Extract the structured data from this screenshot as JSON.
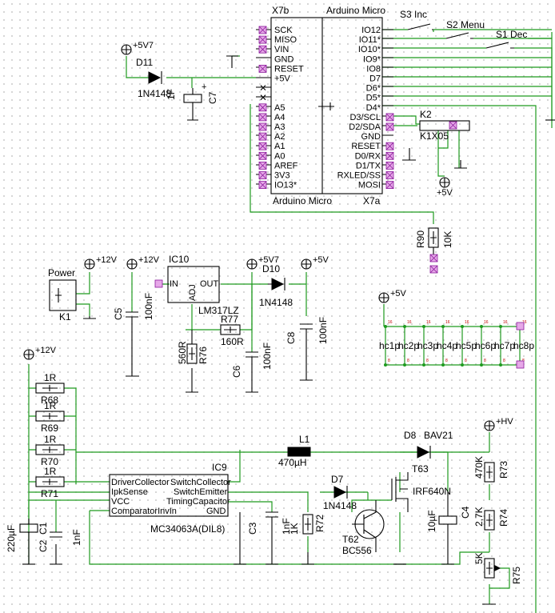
{
  "arduino": {
    "ref_top": "X7b",
    "title_top": "Arduino Micro",
    "title_bottom": "Arduino Micro",
    "ref_bottom": "X7a",
    "left_pins": [
      "SCK",
      "MISO",
      "VIN",
      "GND",
      "RESET",
      "+5V",
      "",
      "",
      "A5",
      "A4",
      "A3",
      "A2",
      "A1",
      "A0",
      "AREF",
      "3V3",
      "IO13*"
    ],
    "right_pins": [
      "IO12",
      "IO11*",
      "IO10*",
      "IO9*",
      "IO8",
      "D7",
      "D6*",
      "D5*",
      "D4*",
      "D3/SCL",
      "D2/SDA",
      "GND",
      "RESET",
      "D0/RX",
      "D1/TX",
      "RXLED/SS",
      "MOSI"
    ]
  },
  "switches": [
    {
      "label": "S3 Inc"
    },
    {
      "label": "S2 Menu"
    },
    {
      "label": "S1 Dec"
    }
  ],
  "nets": {
    "plus_5v7": "+5V7",
    "plus_5v": "+5V",
    "plus_12v": "+12V",
    "plus_hv": "+HV"
  },
  "symbols": {
    "plus": "+"
  },
  "parts": {
    "d11": {
      "ref": "D11",
      "value": "1N4148"
    },
    "c7": {
      "ref": "C7",
      "value": "1F"
    },
    "k2": {
      "ref": "K2",
      "value": "K1X05"
    },
    "r90": {
      "ref": "R90",
      "value": "10K"
    },
    "k1": {
      "title": "Power",
      "ref": "K1"
    },
    "c5": {
      "ref": "C5",
      "value": "100nF"
    },
    "ic10": {
      "ref": "IC10",
      "value": "LM317LZ",
      "pin_in": "IN",
      "pin_out": "OUT",
      "pin_adj": "ADJ"
    },
    "r77": {
      "ref": "R77",
      "value": "160R"
    },
    "r76": {
      "ref": "R76",
      "value": "560R"
    },
    "c6": {
      "ref": "C6",
      "value": "100nF"
    },
    "d10": {
      "ref": "D10",
      "value": "1N4148"
    },
    "c8": {
      "ref": "C8",
      "value": "100nF"
    },
    "headers": [
      "hc1p",
      "hc2p",
      "hc3p",
      "hc4p",
      "hc5p",
      "hc6p",
      "hc7p",
      "hc8p"
    ],
    "shunts": [
      {
        "ref": "R68",
        "value": "1R"
      },
      {
        "ref": "R69",
        "value": "1R"
      },
      {
        "ref": "R70",
        "value": "1R"
      },
      {
        "ref": "R71",
        "value": "1R"
      }
    ],
    "c1": {
      "ref": "C1",
      "value": "220µF"
    },
    "c2": {
      "ref": "C2",
      "value": "1nF"
    },
    "ic9": {
      "ref": "IC9",
      "value": "MC34063A(DIL8)",
      "pins": [
        "DriverCollector",
        "IpkSense",
        "VCC",
        "ComparatorInvIn",
        "SwitchCollector",
        "SwitchEmitter",
        "TimingCapacitor",
        "GND"
      ]
    },
    "c3": {
      "ref": "C3",
      "value": "1nF"
    },
    "l1": {
      "ref": "L1",
      "value": "470µH"
    },
    "r72": {
      "ref": "R72",
      "value": "1K"
    },
    "d7": {
      "ref": "D7",
      "value": "1N4148"
    },
    "t62": {
      "ref": "T62",
      "value": "BC556"
    },
    "t63": {
      "ref": "T63",
      "value": "IRF640N"
    },
    "d8": {
      "ref": "D8",
      "value": "BAV21"
    },
    "c4": {
      "ref": "C4",
      "value": "10µF"
    },
    "r73": {
      "ref": "R73",
      "value": "470K"
    },
    "r74": {
      "ref": "R74",
      "value": "2,7K"
    },
    "r75": {
      "ref": "R75",
      "value": "5K"
    }
  },
  "header_pin_numbers": {
    "top": "16",
    "bottom": "8"
  }
}
